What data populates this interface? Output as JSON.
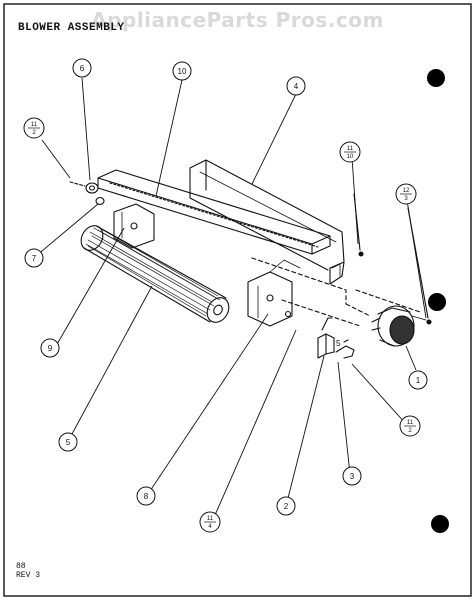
{
  "watermark": "ApplianceParts Pros.com",
  "title": "BLOWER ASSEMBLY",
  "footer": {
    "code": "88",
    "rev": "REV 3"
  },
  "callouts": {
    "c1": "1",
    "c2": "2",
    "c3": "3",
    "c4": "4",
    "c5": "5",
    "c6": "6",
    "c7": "7",
    "c8": "8",
    "c9": "9",
    "c10": "10"
  },
  "fractions": {
    "f_11_2_a": {
      "num": "11",
      "den": "2"
    },
    "f_11_10": {
      "num": "11",
      "den": "10"
    },
    "f_12_3": {
      "num": "12",
      "den": "3"
    },
    "f_11_2_b": {
      "num": "11",
      "den": "2"
    },
    "f_11_4": {
      "num": "11",
      "den": "4"
    }
  },
  "part_mark": "5"
}
